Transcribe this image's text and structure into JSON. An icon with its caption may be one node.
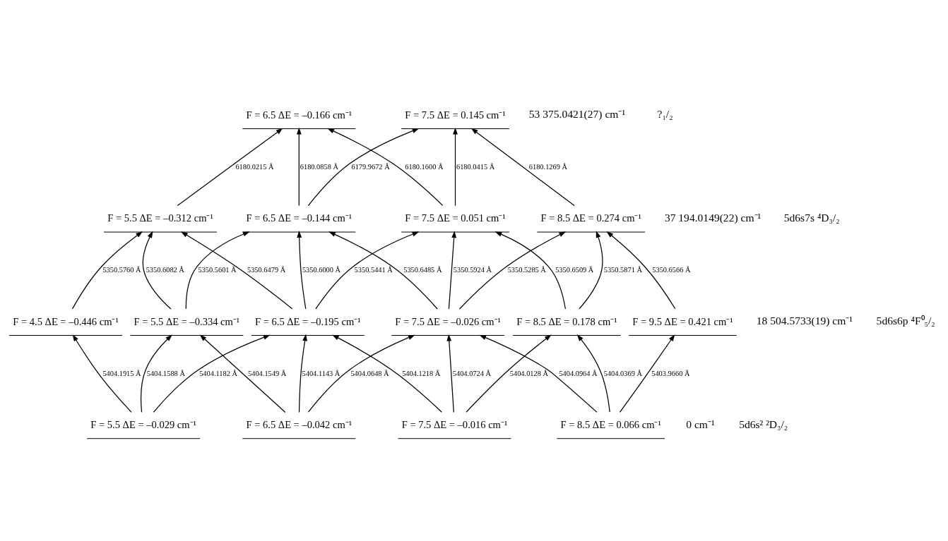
{
  "diagram": {
    "nodes": [
      {
        "text": [
          "F = 6.5 ΔE = –0.166 cm⁻¹"
        ]
      },
      {
        "text": [
          "F = 7.5 ΔE = 0.145 cm⁻¹"
        ]
      },
      {
        "text": [
          "F = 5.5 ΔE = –0.312 cm⁻¹"
        ]
      },
      {
        "text": [
          "F = 6.5 ΔE = –0.144 cm⁻¹"
        ]
      },
      {
        "text": [
          "F = 7.5 ΔE = 0.051 cm⁻¹"
        ]
      },
      {
        "text": [
          "F = 8.5 ΔE = 0.274 cm⁻¹"
        ]
      },
      {
        "text": [
          "F = 4.5 ΔE = –0.446 cm⁻¹"
        ]
      },
      {
        "text": [
          "F = 5.5 ΔE = –0.334 cm⁻¹"
        ]
      },
      {
        "text": [
          "F = 6.5 ΔE = –0.195 cm⁻¹"
        ]
      },
      {
        "text": [
          "F = 7.5 ΔE = –0.026 cm⁻¹"
        ]
      },
      {
        "text": [
          "F = 8.5 ΔE = 0.178 cm⁻¹"
        ]
      },
      {
        "text": [
          "F = 9.5 ΔE = 0.421 cm⁻¹"
        ]
      },
      {
        "text": [
          "F = 5.5 ΔE = –0.029 cm⁻¹"
        ]
      },
      {
        "text": [
          "F = 6.5 ΔE = –0.042 cm⁻¹"
        ]
      },
      {
        "text": [
          "F = 7.5 ΔE = –0.016 cm⁻¹"
        ]
      },
      {
        "text": [
          "F = 8.5 ΔE = 0.066 cm⁻¹"
        ]
      }
    ],
    "edges": [
      {
        "from": 2,
        "to": 0,
        "arrow": "to",
        "label": "6180.0215 Å"
      },
      {
        "from": 3,
        "to": 0,
        "arrow": "to",
        "label": "6180.0858 Å"
      },
      {
        "from": 4,
        "to": 0,
        "arrow": "to",
        "label": "6180.1600 Å"
      },
      {
        "from": 3,
        "to": 1,
        "arrow": "to",
        "label": "6179.9672 Å"
      },
      {
        "from": 4,
        "to": 1,
        "arrow": "to",
        "label": "6180.0415 Å"
      },
      {
        "from": 5,
        "to": 1,
        "arrow": "to",
        "label": "6180.1269 Å"
      },
      {
        "from": 6,
        "to": 2,
        "arrow": "to",
        "label": "5350.5760 Å"
      },
      {
        "from": 7,
        "to": 2,
        "arrow": "to",
        "label": "5350.6082 Å"
      },
      {
        "from": 8,
        "to": 2,
        "arrow": "to",
        "label": "5350.6479 Å"
      },
      {
        "from": 7,
        "to": 3,
        "arrow": "to",
        "label": "5350.5601 Å"
      },
      {
        "from": 8,
        "to": 3,
        "arrow": "to",
        "label": "5350.6000 Å"
      },
      {
        "from": 9,
        "to": 3,
        "arrow": "to",
        "label": "5350.6485 Å"
      },
      {
        "from": 8,
        "to": 4,
        "arrow": "to",
        "label": "5350.5441 Å"
      },
      {
        "from": 9,
        "to": 4,
        "arrow": "to",
        "label": "5350.5924 Å"
      },
      {
        "from": 10,
        "to": 4,
        "arrow": "to",
        "label": "5350.6509 Å"
      },
      {
        "from": 9,
        "to": 5,
        "arrow": "to",
        "label": "5350.5285 Å"
      },
      {
        "from": 10,
        "to": 5,
        "arrow": "to",
        "label": "5350.5871 Å"
      },
      {
        "from": 11,
        "to": 5,
        "arrow": "to",
        "label": "5350.6566 Å"
      },
      {
        "from": 12,
        "to": 6,
        "arrow": "to",
        "label": "5404.1915 Å"
      },
      {
        "from": 12,
        "to": 7,
        "arrow": "to",
        "label": "5404.1588 Å"
      },
      {
        "from": 13,
        "to": 7,
        "arrow": "to",
        "label": "5404.1549 Å"
      },
      {
        "from": 12,
        "to": 8,
        "arrow": "to",
        "label": "5404.1182 Å"
      },
      {
        "from": 13,
        "to": 8,
        "arrow": "to",
        "label": "5404.1143 Å"
      },
      {
        "from": 14,
        "to": 8,
        "arrow": "to",
        "label": "5404.1218 Å"
      },
      {
        "from": 13,
        "to": 9,
        "arrow": "to",
        "label": "5404.0648 Å"
      },
      {
        "from": 14,
        "to": 9,
        "arrow": "to",
        "label": "5404.0724 Å"
      },
      {
        "from": 15,
        "to": 9,
        "arrow": "to",
        "label": "5404.0964 Å"
      },
      {
        "from": 14,
        "to": 10,
        "arrow": "to",
        "label": "5404.0128 Å"
      },
      {
        "from": 15,
        "to": 10,
        "arrow": "to",
        "label": "5404.0369 Å"
      },
      {
        "from": 15,
        "to": 11,
        "arrow": "to",
        "label": "5403.9660 Å"
      }
    ],
    "labels": [
      "53 375.0421(27) cm⁻¹",
      "?₁/₂",
      "37 194.0149(22) cm⁻¹",
      "5d6s7s ⁴D₃/₂",
      "18 504.5733(19) cm⁻¹",
      "5d6s6p ⁴F⁰₅/₂",
      "0 cm⁻¹",
      "5d6s² ²D₃/₂"
    ]
  }
}
